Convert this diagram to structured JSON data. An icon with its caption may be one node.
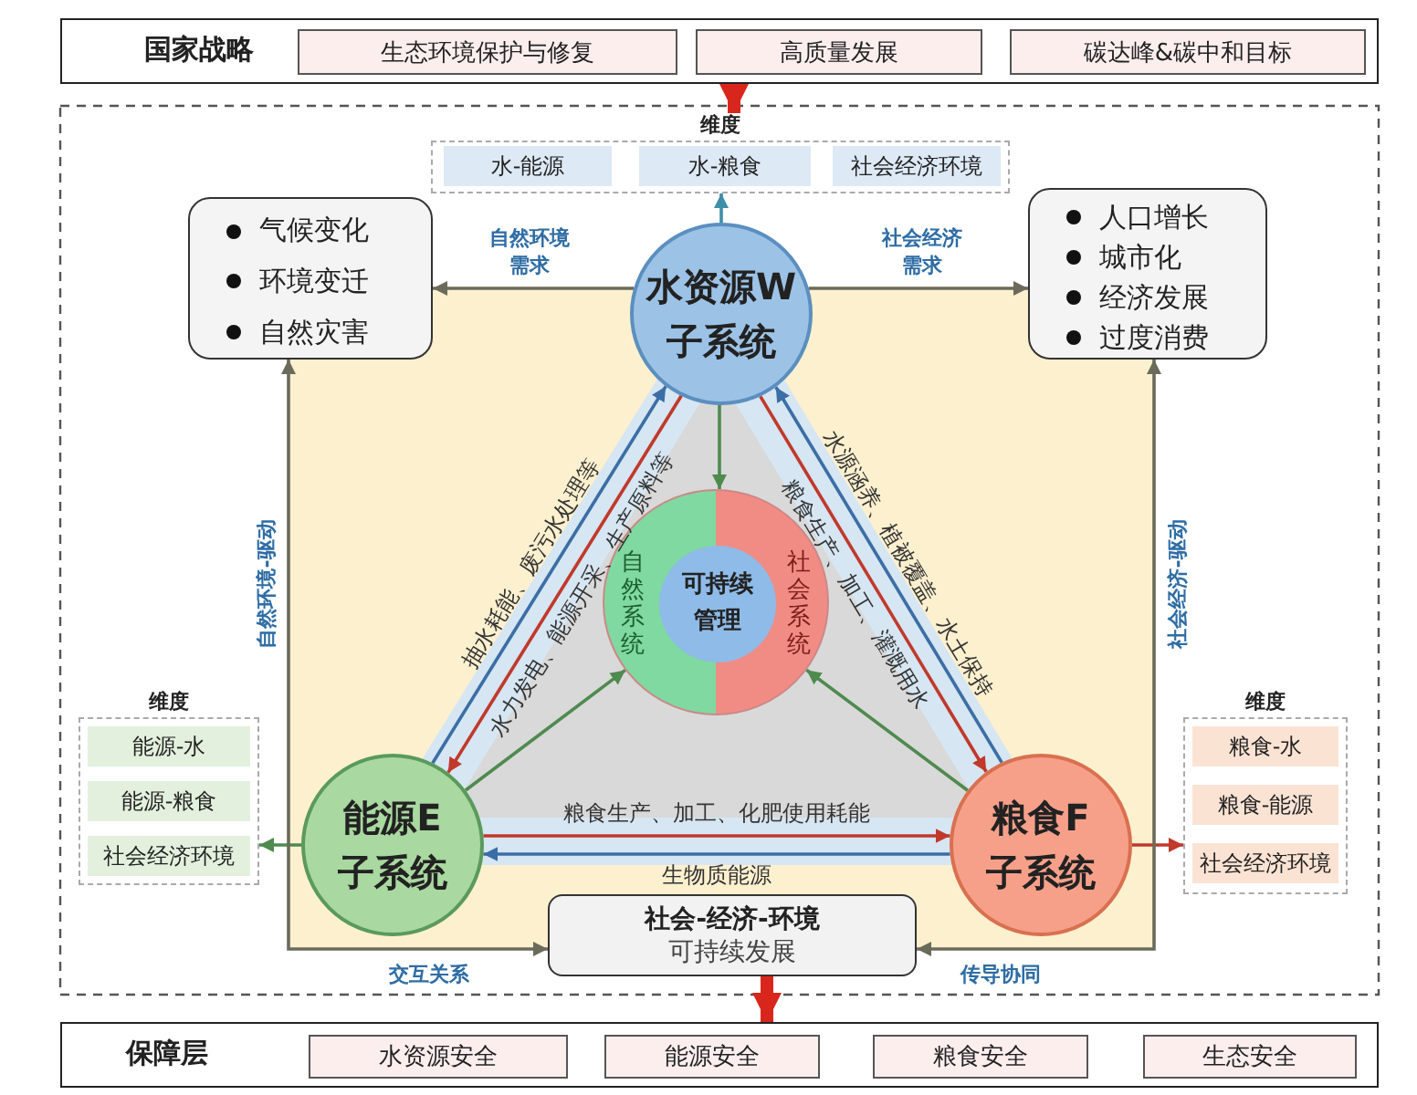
{
  "diagram": {
    "nodes": [
      {
        "text": [
          "国家战略"
        ]
      },
      {
        "text": [
          "生态环境保护与修复"
        ],
        "in": 0
      },
      {
        "text": [
          "高质量发展"
        ],
        "in": 0
      },
      {
        "text": [
          "碳达峰&碳中和目标"
        ],
        "in": 0
      },
      {
        "text": [
          "维度"
        ]
      },
      {
        "text": [
          "水-能源"
        ],
        "in": 4
      },
      {
        "text": [
          "水-粮食"
        ],
        "in": 4
      },
      {
        "text": [
          "社会经济环境"
        ],
        "in": 4
      },
      {
        "text": [
          "气候变化",
          "环境变迁",
          "自然灾害"
        ]
      },
      {
        "text": [
          "人口增长",
          "城市化",
          "经济发展",
          "过度消费"
        ]
      },
      {
        "text": [
          "水资源W子系统"
        ]
      },
      {
        "text": [
          "自然系统",
          "社会系统"
        ]
      },
      {
        "text": [
          "可持续管理"
        ],
        "in": 11
      },
      {
        "text": [
          "能源E子系统"
        ]
      },
      {
        "text": [
          "维度"
        ]
      },
      {
        "text": [
          "能源-水"
        ],
        "in": 14
      },
      {
        "text": [
          "能源-粮食"
        ],
        "in": 14
      },
      {
        "text": [
          "社会经济环境"
        ],
        "in": 14
      },
      {
        "text": [
          "粮食F子系统"
        ]
      },
      {
        "text": [
          "维度"
        ]
      },
      {
        "text": [
          "粮食-水"
        ],
        "in": 19
      },
      {
        "text": [
          "粮食-能源"
        ],
        "in": 19
      },
      {
        "text": [
          "社会经济环境"
        ],
        "in": 19
      },
      {
        "text": [
          "社会-经济-环境",
          "可持续发展"
        ]
      },
      {
        "text": [
          "保障层"
        ]
      },
      {
        "text": [
          "水资源安全"
        ],
        "in": 24
      },
      {
        "text": [
          "能源安全"
        ],
        "in": 24
      },
      {
        "text": [
          "粮食安全"
        ],
        "in": 24
      },
      {
        "text": [
          "生态安全"
        ],
        "in": 24
      }
    ],
    "edges": [
      {
        "from": 0,
        "to": 4,
        "arrow": "to",
        "style": "thick",
        "color": "#d9261c"
      },
      {
        "from": 10,
        "to": 4,
        "arrow": "to",
        "color": "#3f8fa8"
      },
      {
        "from": 10,
        "to": 8,
        "arrow": "to",
        "label": "自然环境需求"
      },
      {
        "from": 10,
        "to": 9,
        "arrow": "to",
        "label": "社会经济需求"
      },
      {
        "from": 10,
        "to": 11,
        "arrow": "to",
        "color": "#4f8a4f"
      },
      {
        "from": 13,
        "to": 11,
        "arrow": "to",
        "color": "#4f8a4f"
      },
      {
        "from": 18,
        "to": 11,
        "arrow": "to",
        "color": "#4f8a4f"
      },
      {
        "from": 13,
        "to": 14,
        "arrow": "to",
        "color": "#4f8a4f"
      },
      {
        "from": 18,
        "to": 19,
        "arrow": "to",
        "color": "#c0392b"
      },
      {
        "from": 13,
        "to": 10,
        "arrow": "to",
        "label": "抽水耗能、废污水处理等",
        "color": "#3b6ea5"
      },
      {
        "from": 10,
        "to": 13,
        "arrow": "to",
        "label": "水力发电、能源开采、生产原料等",
        "color": "#c0392b"
      },
      {
        "from": 10,
        "to": 18,
        "arrow": "to",
        "label": "粮食生产、加工、灌溉用水",
        "color": "#c0392b"
      },
      {
        "from": 18,
        "to": 10,
        "arrow": "to",
        "label": "水源涵养、植被覆盖、水土保持",
        "color": "#3b6ea5"
      },
      {
        "from": 13,
        "to": 18,
        "arrow": "to",
        "label": "粮食生产、加工、化肥使用耗能",
        "color": "#c0392b"
      },
      {
        "from": 18,
        "to": 13,
        "arrow": "to",
        "label": "生物质能源",
        "color": "#3b6ea5"
      },
      {
        "from": 23,
        "to": 8,
        "arrow": "both",
        "label": "自然环境-驱动"
      },
      {
        "from": 23,
        "to": 9,
        "arrow": "both",
        "label": "社会经济-驱动"
      },
      {
        "from": 23,
        "to": 24,
        "arrow": "to",
        "style": "thick",
        "color": "#d9261c"
      }
    ],
    "labels": [
      "交互关系",
      "传导协同"
    ]
  }
}
